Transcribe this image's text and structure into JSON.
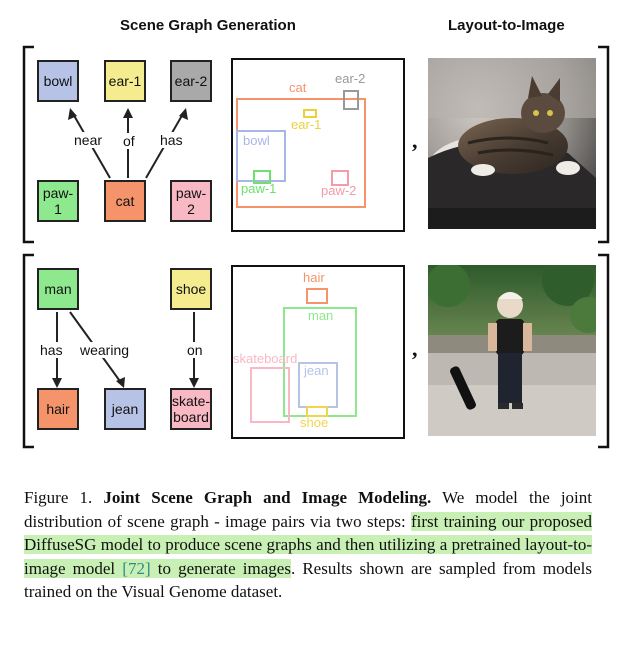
{
  "headers": {
    "left": "Scene Graph Generation",
    "right": "Layout-to-Image"
  },
  "graph1": {
    "nodes": {
      "bowl": "bowl",
      "ear1": "ear-1",
      "ear2": "ear-2",
      "paw1": "paw-1",
      "cat": "cat",
      "paw2": "paw-2"
    },
    "edges": {
      "near": "near",
      "of": "of",
      "has": "has"
    },
    "colors": {
      "bowl": "#b7c3e6",
      "ear1": "#f4ec8f",
      "ear2": "#a9a9a9",
      "paw1": "#8ee98e",
      "cat": "#f5946b",
      "paw2": "#f8b8c4"
    }
  },
  "layout1": {
    "labels": {
      "cat": "cat",
      "ear2": "ear-2",
      "ear1": "ear-1",
      "bowl": "bowl",
      "paw1": "paw-1",
      "paw2": "paw-2"
    },
    "colors": {
      "cat": "#f5946b",
      "ear2": "#999999",
      "ear1": "#e9d23a",
      "bowl": "#a8b6e6",
      "paw1": "#6ee06e",
      "paw2": "#f59aa8"
    }
  },
  "graph2": {
    "nodes": {
      "man": "man",
      "shoe": "shoe",
      "hair": "hair",
      "jean": "jean",
      "skateboard": "skate-\nboard"
    },
    "edges": {
      "has": "has",
      "wearing": "wearing",
      "on": "on"
    },
    "colors": {
      "man": "#8ee98e",
      "shoe": "#f4ec8f",
      "hair": "#f5946b",
      "jean": "#b7c3e6",
      "skateboard": "#f8b8c4"
    }
  },
  "layout2": {
    "labels": {
      "hair": "hair",
      "man": "man",
      "skateboard": "skateboard",
      "jean": "jean",
      "shoe": "shoe"
    },
    "colors": {
      "hair": "#f5946b",
      "man": "#8ee98e",
      "skateboard": "#f8b8c4",
      "jean": "#b7c3e6",
      "shoe": "#f0d64a"
    }
  },
  "separators": {
    "comma": ","
  },
  "caption": {
    "prefix": "Figure 1.",
    "title": "Joint Scene Graph and Image Modeling.",
    "text1": " We model the joint distribution of scene graph - image pairs via two steps: ",
    "highlight": "first training our proposed DiffuseSG model to produce scene graphs and then utilizing a pretrained layout-to-image model ",
    "cite": "[72]",
    "highlight_end": " to generate images",
    "text2": ".  Results shown are sampled from models trained on the Visual Genome dataset."
  }
}
